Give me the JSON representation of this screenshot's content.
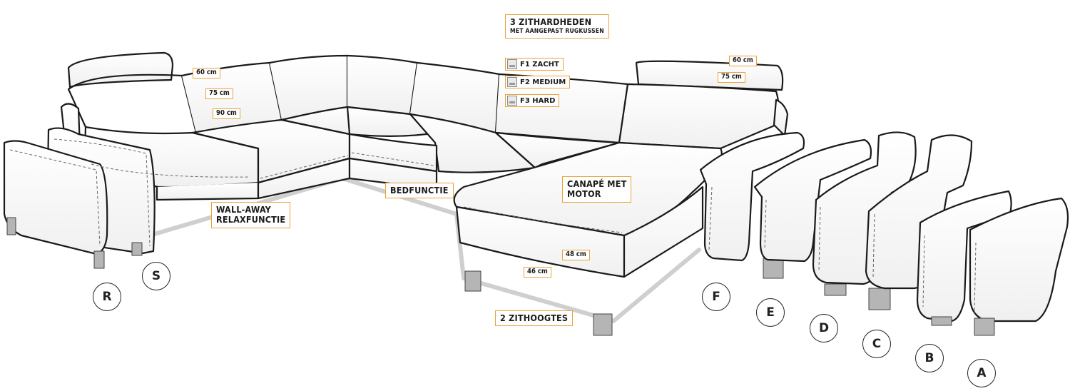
{
  "labels": {
    "firmness_title": "3 ZITHARDHEDEN",
    "firmness_sub": "MET AANGEPAST RUGKUSSEN",
    "bed": "BEDFUNCTIE",
    "wallaway_1": "WALL-AWAY",
    "wallaway_2": "RELAXFUNCTIE",
    "canape_1": "CANAPÉ MET",
    "canape_2": "MOTOR",
    "heights": "2 ZITHOOGTES"
  },
  "firmness": [
    {
      "label": "F1 ZACHT",
      "icon": "soft-firmness-icon"
    },
    {
      "label": "F2 MEDIUM",
      "icon": "medium-firmness-icon"
    },
    {
      "label": "F3 HARD",
      "icon": "hard-firmness-icon"
    }
  ],
  "dimensions": {
    "left_60": "60 cm",
    "left_75": "75 cm",
    "left_90": "90 cm",
    "right_60": "60 cm",
    "right_75": "75 cm",
    "seat_48": "48 cm",
    "seat_46": "46 cm"
  },
  "armrest_letters": [
    "R",
    "S",
    "F",
    "E",
    "D",
    "C",
    "B",
    "A"
  ],
  "colors": {
    "accent_border": "#e8a33a",
    "line": "#1a1a1a",
    "leg": "#b5b5b5"
  }
}
